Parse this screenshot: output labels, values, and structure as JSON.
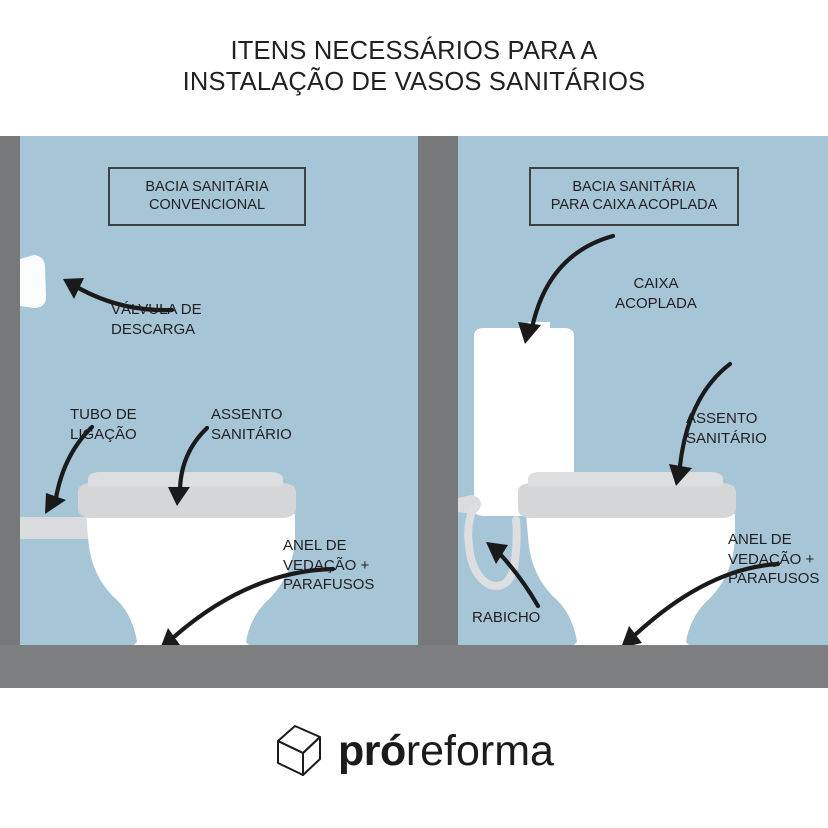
{
  "title": {
    "line1": "ITENS NECESSÁRIOS PARA A",
    "line2": "INSTALAÇÃO DE VASOS SANITÁRIOS"
  },
  "panels": {
    "left": {
      "caption": {
        "line1": "BACIA SANITÁRIA",
        "line2": "CONVENCIONAL"
      },
      "annotations": [
        {
          "name": "valvula-de-descarga",
          "line1": "VÁLVULA DE",
          "line2": "DESCARGA"
        },
        {
          "name": "tubo-de-ligacao",
          "line1": "TUBO DE",
          "line2": "LIGAÇÃO"
        },
        {
          "name": "assento-sanitario",
          "line1": "ASSENTO",
          "line2": "SANITÁRIO"
        },
        {
          "name": "anel-de-vedacao",
          "line1": "ANEL DE",
          "line2": "VEDAÇÃO +",
          "line3": "PARAFUSOS"
        }
      ]
    },
    "right": {
      "caption": {
        "line1": "BACIA SANITÁRIA",
        "line2": "PARA CAIXA ACOPLADA"
      },
      "annotations": [
        {
          "name": "caixa-acoplada",
          "line1": "CAIXA",
          "line2": "ACOPLADA"
        },
        {
          "name": "assento-sanitario",
          "line1": "ASSENTO",
          "line2": "SANITÁRIO"
        },
        {
          "name": "rabicho",
          "line1": "RABICHO"
        },
        {
          "name": "anel-de-vedacao",
          "line1": "ANEL DE",
          "line2": "VEDAÇÃO +",
          "line3": "PARAFUSOS"
        }
      ]
    }
  },
  "logo": {
    "brand_bold": "pró",
    "brand_light": "reforma"
  },
  "colors": {
    "wall": "#a6c5d7",
    "frame": "#76787a",
    "floor": "#7c7e80",
    "porcelain": "#ffffff",
    "seat": "#d4d6d8",
    "pipe": "#d9dbdd",
    "text": "#231f20",
    "arrow": "#1a1a1a"
  }
}
